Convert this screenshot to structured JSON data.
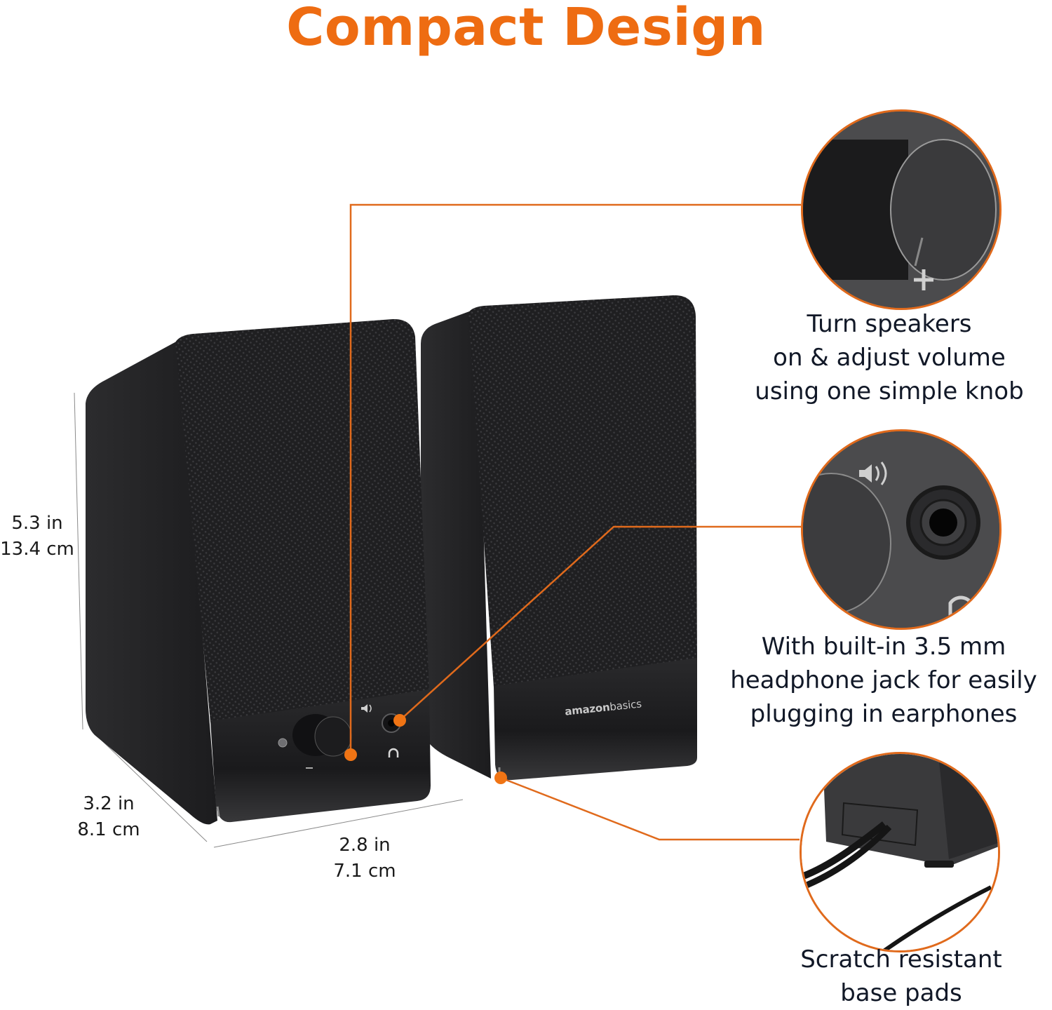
{
  "header": {
    "title": "Compact Design",
    "title_color": "#ee6c12"
  },
  "dimensions": {
    "height": {
      "imperial": "5.3 in",
      "metric": "13.4 cm"
    },
    "depth": {
      "imperial": "3.2 in",
      "metric": "8.1 cm"
    },
    "width": {
      "imperial": "2.8 in",
      "metric": "7.1 cm"
    }
  },
  "product": {
    "brand_prefix": "amazon",
    "brand_suffix": "basics",
    "panel_icons": [
      "led-indicator-icon",
      "volume-knob-icon",
      "speaker-volume-icon",
      "headphone-jack-icon",
      "headphone-icon",
      "minus-icon",
      "plus-icon"
    ]
  },
  "callouts": [
    {
      "id": "knob",
      "lines": [
        "Turn speakers",
        "on & adjust volume",
        "using one simple knob"
      ]
    },
    {
      "id": "jack",
      "lines": [
        "With built-in 3.5 mm",
        "headphone jack for easily",
        "plugging in earphones"
      ]
    },
    {
      "id": "pads",
      "lines": [
        "Scratch resistant",
        "base pads"
      ]
    }
  ],
  "colors": {
    "accent": "#e06a1c",
    "dot": "#f07414",
    "speaker_body": "#2a2a2c",
    "speaker_grille": "#1e1e20",
    "text": "#111827"
  }
}
